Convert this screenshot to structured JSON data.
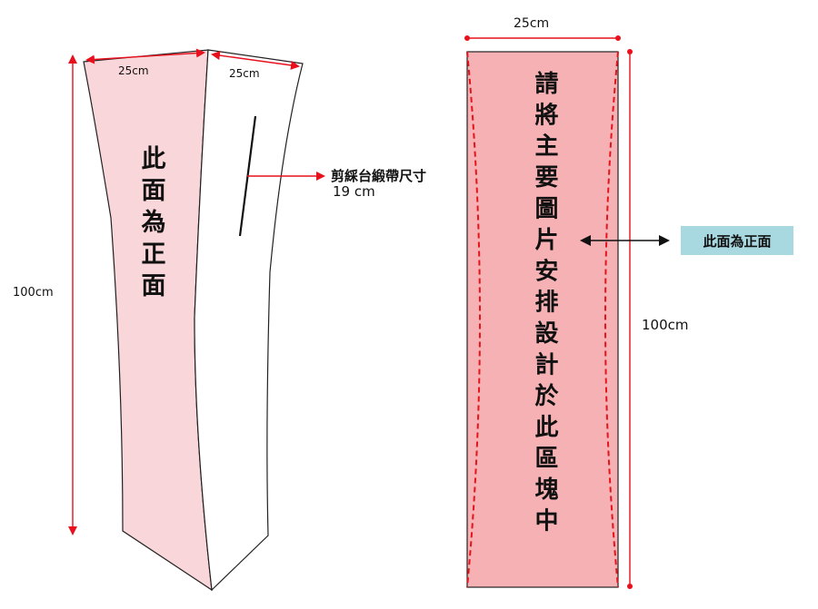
{
  "left_figure": {
    "width_label_front": "25cm",
    "width_label_side": "25cm",
    "height_label": "100cm",
    "front_text": "此面為正面",
    "slit_label_line1": "剪綵台緞帶尺寸",
    "slit_label_line2": "19 cm"
  },
  "right_figure": {
    "width_label": "25cm",
    "height_label": "100cm",
    "design_text": "請將主要圖片安排設計於此區塊中",
    "front_tag": "此面為正面"
  },
  "colors": {
    "front_face": "#f9d6d9",
    "design_area": "#f5b1b3",
    "arrow_red": "#e8101c",
    "cut_line": "#e4141c",
    "tag_bg": "#a8d8e0"
  }
}
